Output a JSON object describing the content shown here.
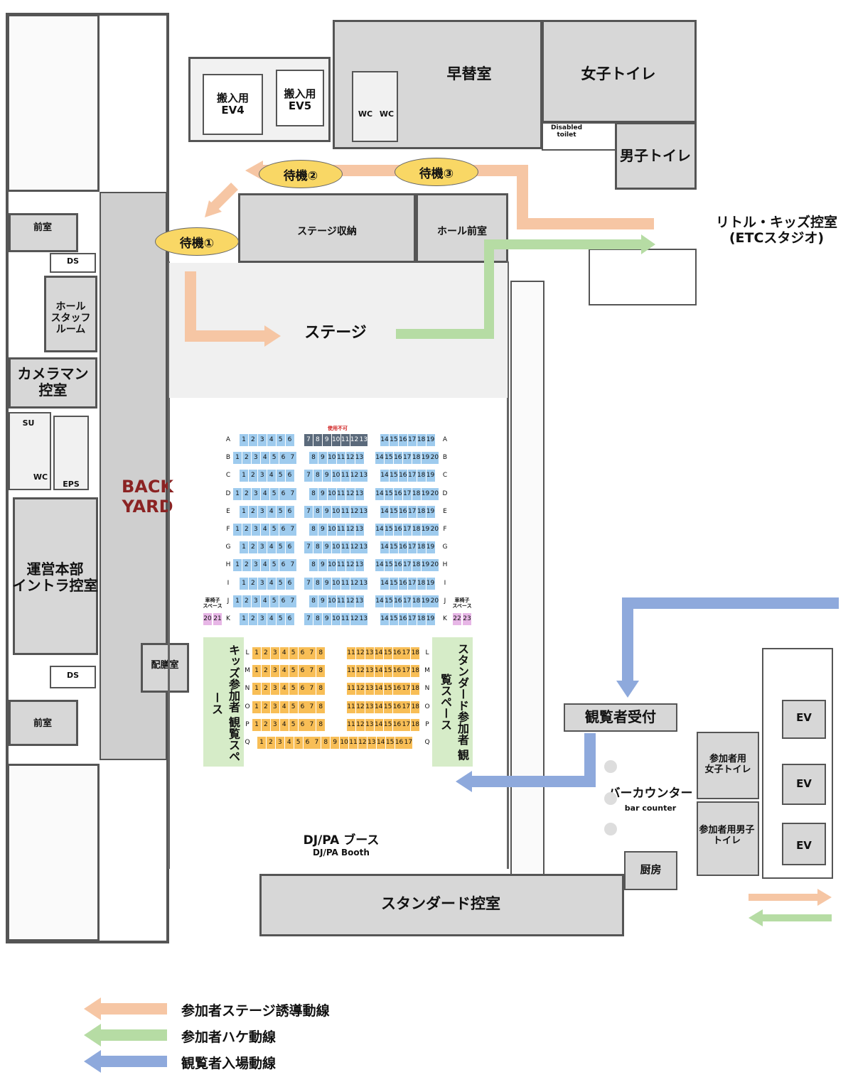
{
  "rooms": {
    "changing_room": "早替室",
    "women_toilet": "女子トイレ",
    "men_toilet": "男子トイレ",
    "disabled_toilet": "Disabled\ntoilet",
    "ev4": "搬入用\nEV4",
    "ev5": "搬入用\nEV5",
    "wc": "WC",
    "stage_storage": "ステージ収納",
    "hall_anteroom": "ホール前室",
    "anteroom": "前室",
    "ds": "DS",
    "hall_staff_room": "ホール\nスタッフ\nルーム",
    "cameraman_room": "カメラマン\n控室",
    "su": "SU",
    "eps": "EPS",
    "backyard": "BACK\nYARD",
    "operations_hq": "運営本部\nイントラ控室",
    "distribution_room": "配膳室",
    "kids_room": "リトル・キッズ控室\n(ETCスタジオ)",
    "stage": "ステージ",
    "djpa_booth": "DJ/PA ブース",
    "djpa_booth_en": "DJ/PA Booth",
    "standard_room": "スタンダード控室",
    "viewer_reception": "観覧者受付",
    "bar_counter": "バーカウンター",
    "bar_counter_en": "bar counter",
    "kitchen": "厨房",
    "participant_women_toilet": "参加者用\n女子トイレ",
    "participant_men_toilet": "参加者用男子\nトイレ",
    "ev": "EV"
  },
  "waiting": [
    "待機①",
    "待機②",
    "待機③"
  ],
  "seating": {
    "unavailable_label": "使用不可",
    "wheelchair_label": "車椅子\nスペース",
    "kids_viewing": "キッズ参加者\n観覧スペース",
    "standard_viewing": "スタンダード参加者\n観覧スペース",
    "rows_blue": [
      "A",
      "B",
      "C",
      "D",
      "E",
      "F",
      "G",
      "H",
      "I",
      "J",
      "K"
    ],
    "rows_yellow": [
      "L",
      "M",
      "N",
      "O",
      "P"
    ],
    "row_q": "Q",
    "wheelchair_left": [
      "20",
      "21"
    ],
    "wheelchair_right": [
      "22",
      "23"
    ]
  },
  "legend": [
    {
      "label": "参加者ステージ誘導動線",
      "color": "#f6c6a4"
    },
    {
      "label": "参加者ハケ動線",
      "color": "#b6dca4"
    },
    {
      "label": "観覧者入場動線",
      "color": "#8ea9dc"
    }
  ],
  "colors": {
    "orange_path": "#f6c6a4",
    "green_path": "#b6dca4",
    "blue_path": "#8ea9dc"
  }
}
